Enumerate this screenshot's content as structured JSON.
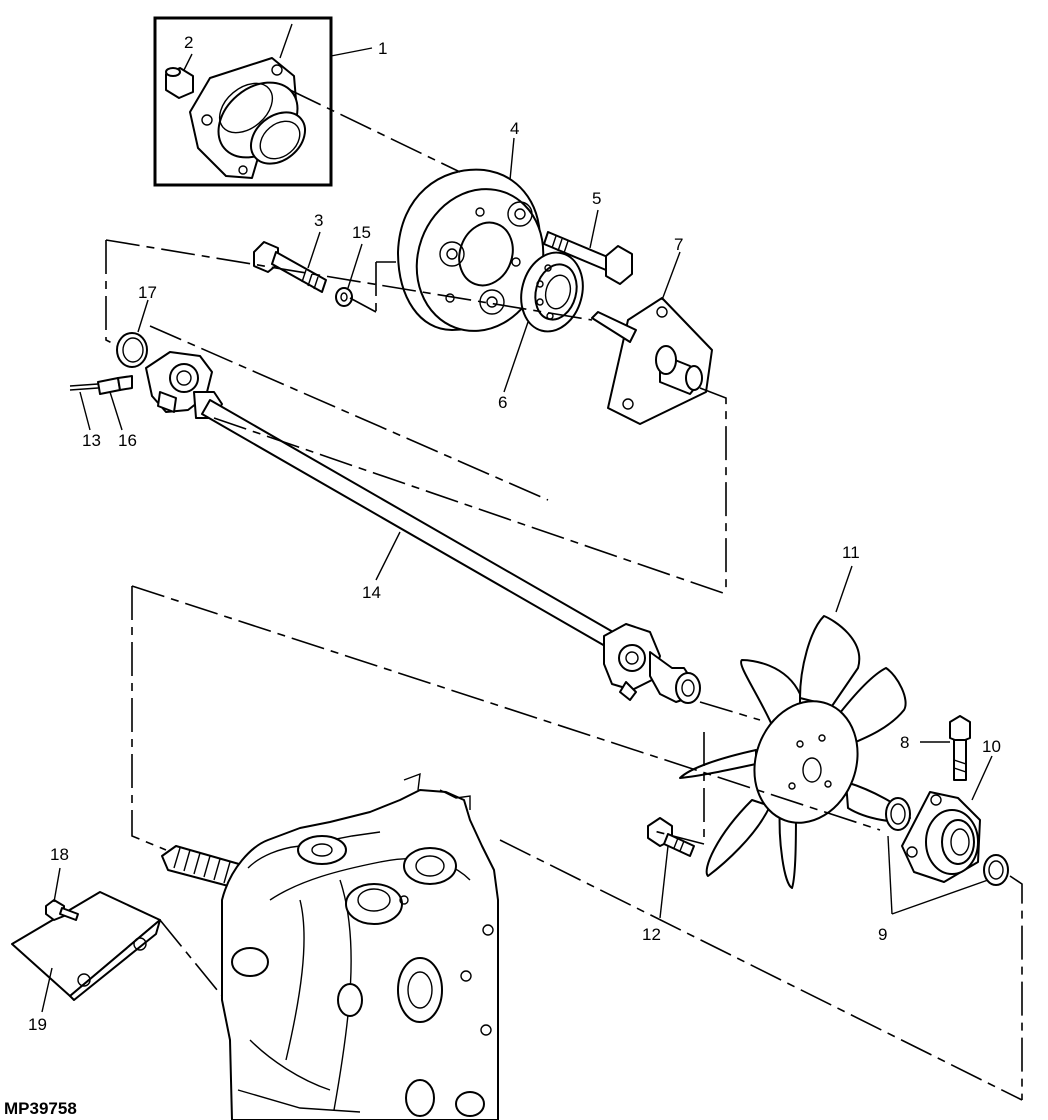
{
  "figure": {
    "id": "MP39758"
  },
  "callouts": [
    {
      "n": "1"
    },
    {
      "n": "2"
    },
    {
      "n": "3"
    },
    {
      "n": "4"
    },
    {
      "n": "5"
    },
    {
      "n": "6"
    },
    {
      "n": "7"
    },
    {
      "n": "8"
    },
    {
      "n": "9"
    },
    {
      "n": "10"
    },
    {
      "n": "11"
    },
    {
      "n": "12"
    },
    {
      "n": "13"
    },
    {
      "n": "14"
    },
    {
      "n": "15"
    },
    {
      "n": "16"
    },
    {
      "n": "17"
    },
    {
      "n": "18"
    },
    {
      "n": "19"
    }
  ]
}
